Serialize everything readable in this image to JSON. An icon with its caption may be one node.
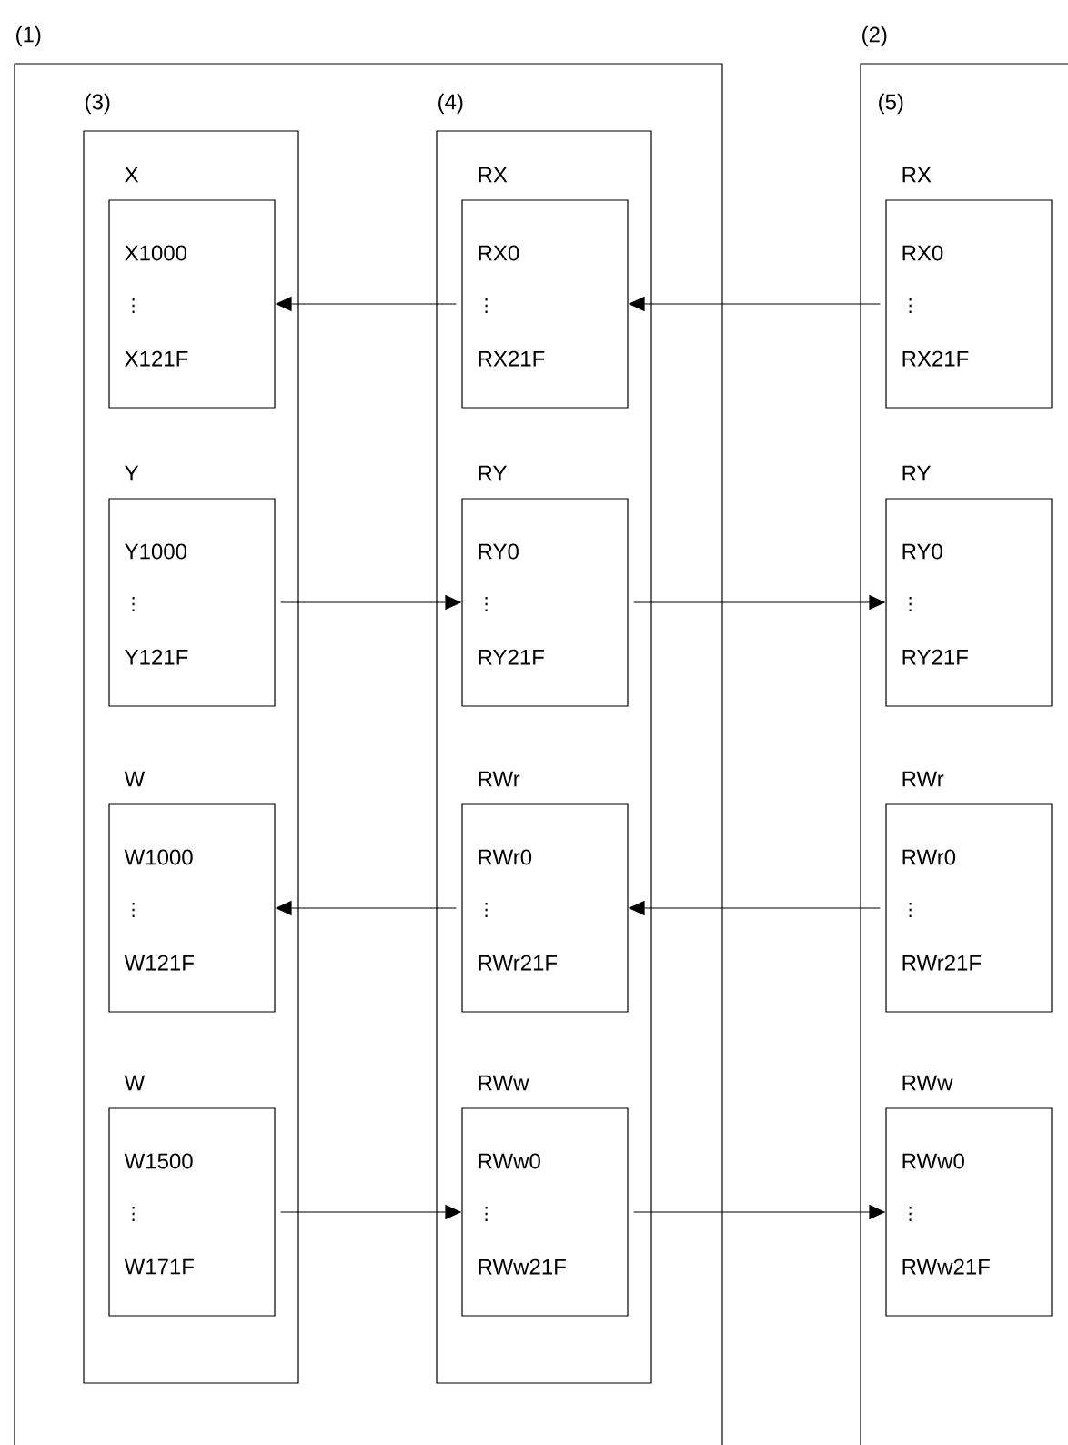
{
  "diagram": {
    "nodes": [
      {
        "text": [
          "(1)"
        ]
      },
      {
        "text": [
          "(3)"
        ],
        "in": 0
      },
      {
        "text": [
          "X",
          "X1000",
          "⋮",
          "X121F"
        ],
        "in": 1
      },
      {
        "text": [
          "Y",
          "Y1000",
          "⋮",
          "Y121F"
        ],
        "in": 1
      },
      {
        "text": [
          "W",
          "W1000",
          "⋮",
          "W121F"
        ],
        "in": 1
      },
      {
        "text": [
          "W",
          "W1500",
          "⋮",
          "W171F"
        ],
        "in": 1
      },
      {
        "text": [
          "(4)"
        ],
        "in": 0
      },
      {
        "text": [
          "RX",
          "RX0",
          "⋮",
          "RX21F"
        ],
        "in": 6
      },
      {
        "text": [
          "RY",
          "RY0",
          "⋮",
          "RY21F"
        ],
        "in": 6
      },
      {
        "text": [
          "RWr",
          "RWr0",
          "⋮",
          "RWr21F"
        ],
        "in": 6
      },
      {
        "text": [
          "RWw",
          "RWw0",
          "⋮",
          "RWw21F"
        ],
        "in": 6
      },
      {
        "text": [
          "(2)"
        ]
      },
      {
        "text": [
          "RX",
          "RX0",
          "⋮",
          "RX21F"
        ],
        "in": 11
      },
      {
        "text": [
          "RY",
          "RY0",
          "⋮",
          "RY21F"
        ],
        "in": 11
      },
      {
        "text": [
          "RWr",
          "RWr0",
          "⋮",
          "RWr21F"
        ],
        "in": 11
      },
      {
        "text": [
          "RWw",
          "RWw0",
          "⋮",
          "RWw21F"
        ],
        "in": 11
      }
    ],
    "edges": [
      {
        "from": 7,
        "to": 2,
        "arrow": "to"
      },
      {
        "from": 12,
        "to": 7,
        "arrow": "to"
      },
      {
        "from": 3,
        "to": 8,
        "arrow": "to"
      },
      {
        "from": 8,
        "to": 13,
        "arrow": "to"
      },
      {
        "from": 9,
        "to": 4,
        "arrow": "to"
      },
      {
        "from": 14,
        "to": 9,
        "arrow": "to"
      },
      {
        "from": 5,
        "to": 10,
        "arrow": "to"
      },
      {
        "from": 10,
        "to": 15,
        "arrow": "to"
      }
    ],
    "labels": [
      "(5)"
    ]
  }
}
